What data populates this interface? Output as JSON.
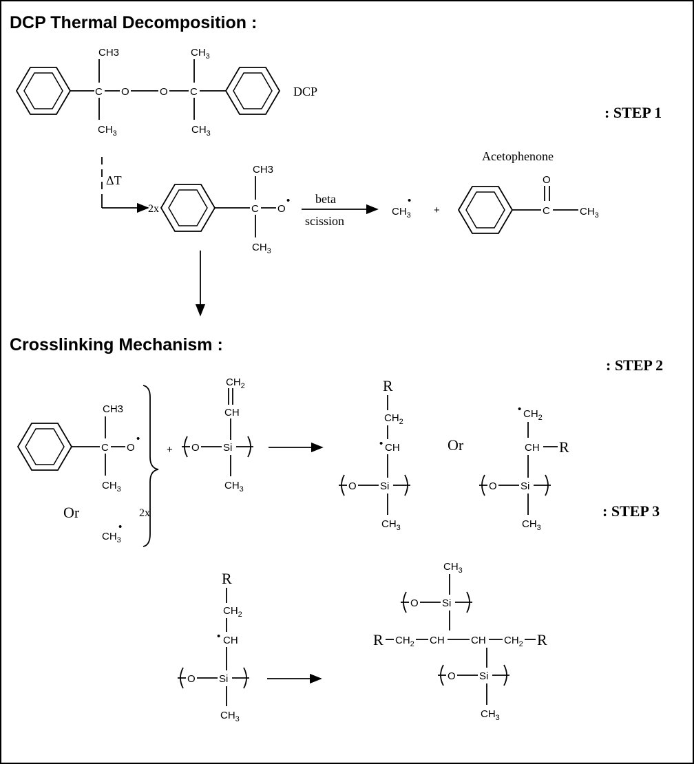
{
  "headings": {
    "decomposition": "DCP Thermal Decomposition :",
    "crosslinking": "Crosslinking Mechanism :"
  },
  "steps": {
    "step1": ": STEP 1",
    "step2": ": STEP 2",
    "step3": ": STEP 3"
  },
  "labels": {
    "dcp": "DCP",
    "acetophenone": "Acetophenone",
    "delta_t": "ΔT",
    "beta": "beta",
    "scission": "scission",
    "or": "Or",
    "two_x": "2x",
    "plus": "+",
    "R": "R"
  },
  "atoms": {
    "C": "C",
    "O": "O",
    "Si": "Si",
    "CH": "CH",
    "CH2": "CH",
    "CH3": "CH",
    "sub2": "2",
    "sub3": "3",
    "CH3_plain": "CH3",
    "radical": "•"
  }
}
